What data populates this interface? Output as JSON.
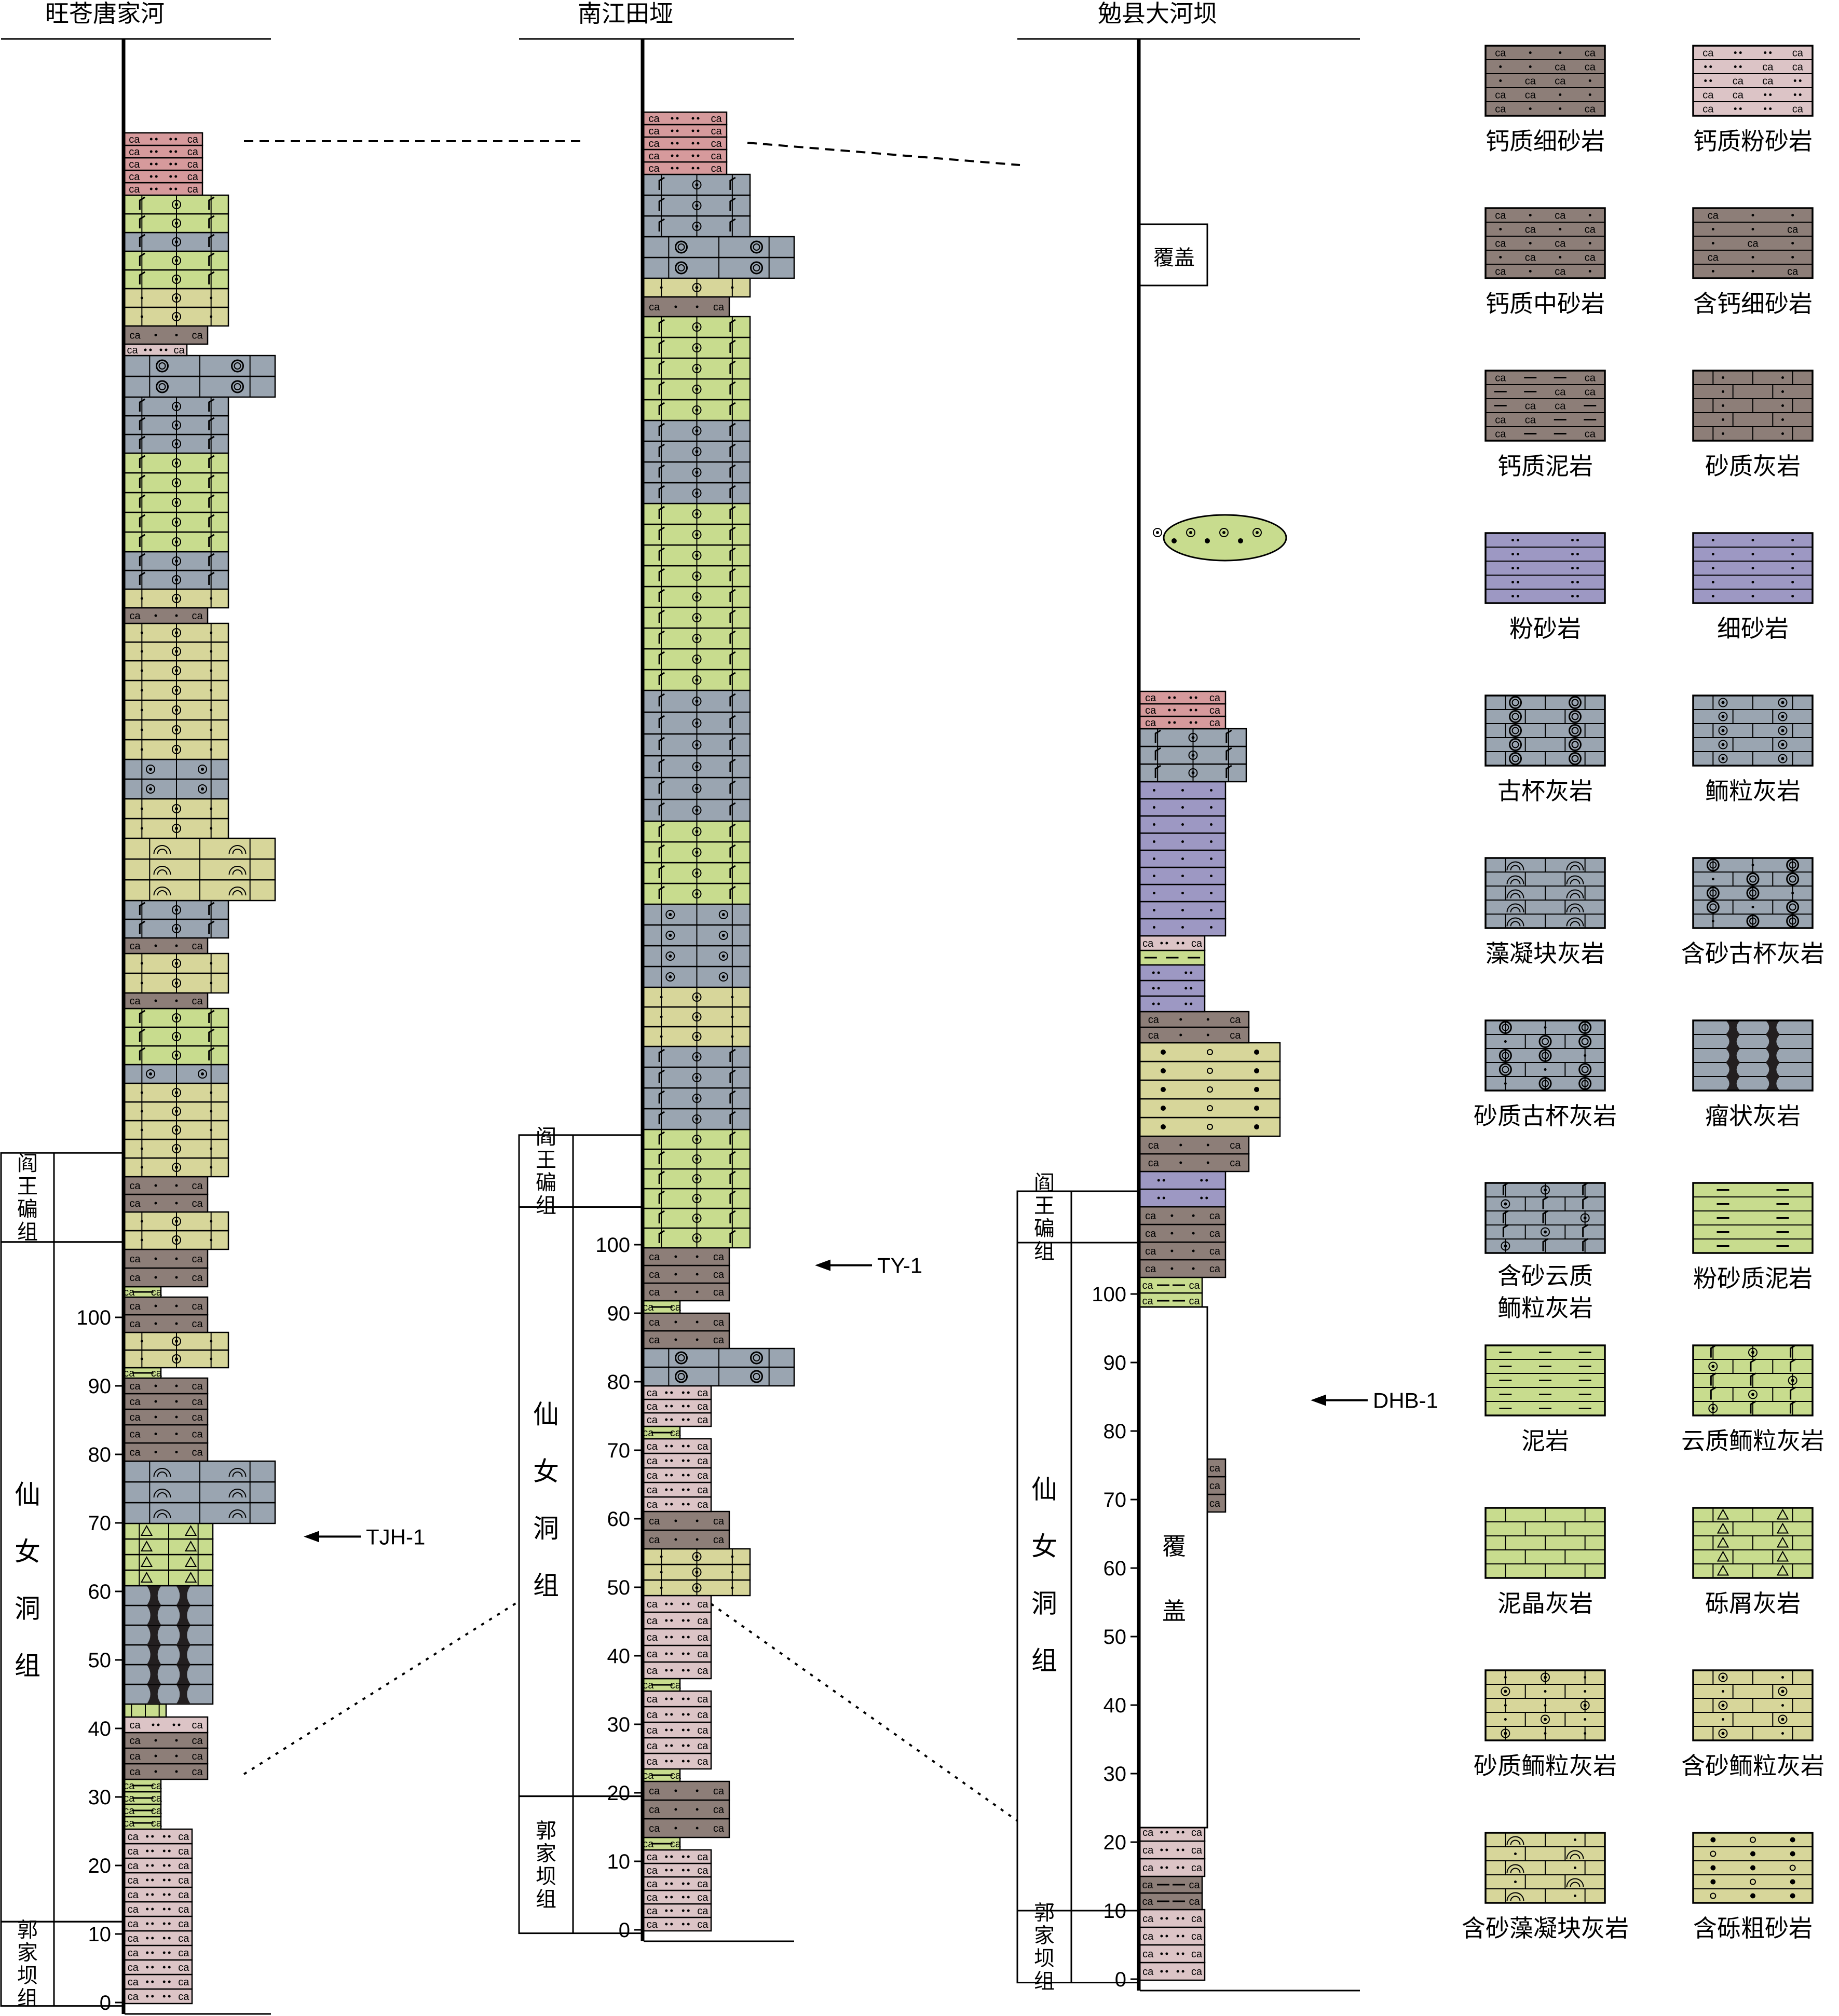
{
  "colors": {
    "pink": "#d69a9c",
    "gray": "#9aa5b1",
    "green": "#c8dc8e",
    "olive": "#d7d69a",
    "brown": "#8d7e78",
    "lavender": "#9d98c3",
    "lightpink": "#dcc4c6",
    "black": "#231f20",
    "white": "#ffffff"
  },
  "sections": [
    {
      "title": "旺苍唐家河",
      "formations": [
        {
          "name": "阎王碥组",
          "from": 111,
          "to": 124
        },
        {
          "name": "仙女洞组",
          "from": 11.8,
          "to": 111
        },
        {
          "name": "郭家坝组",
          "from": -0.5,
          "to": 11.8
        }
      ],
      "ticks": [
        0,
        10,
        20,
        30,
        40,
        50,
        60,
        70,
        80,
        90,
        100
      ],
      "sample": {
        "label": "TJH-1",
        "depth": 68
      }
    },
    {
      "title": "南江田垭",
      "formations": [
        {
          "name": "阎王碥组",
          "from": 105.5,
          "to": 116
        },
        {
          "name": "仙女洞组",
          "from": 19.5,
          "to": 105.5
        },
        {
          "name": "郭家坝组",
          "from": -0.5,
          "to": 19.5
        }
      ],
      "ticks": [
        0,
        10,
        20,
        30,
        40,
        50,
        60,
        70,
        80,
        90,
        100
      ],
      "sample": {
        "label": "TY-1",
        "depth": 97
      }
    },
    {
      "title": "勉县大河坝",
      "formations": [
        {
          "name": "阎王碥组",
          "from": 107.5,
          "to": 115
        },
        {
          "name": "仙女洞组",
          "from": 10,
          "to": 107.5
        },
        {
          "name": "郭家坝组",
          "from": -0.5,
          "to": 10
        }
      ],
      "ticks": [
        0,
        10,
        20,
        30,
        40,
        50,
        60,
        70,
        80,
        90,
        100
      ],
      "sample": {
        "label": "DHB-1",
        "depth": 84.5
      },
      "cover_labels": [
        "覆盖",
        "覆",
        "盖"
      ]
    }
  ],
  "legend": [
    {
      "label": "钙质细砂岩",
      "pattern": "cafs",
      "color": "brown"
    },
    {
      "label": "钙质粉砂岩",
      "pattern": "cass",
      "color": "lightpink"
    },
    {
      "label": "钙质中砂岩",
      "pattern": "cams",
      "color": "brown"
    },
    {
      "label": "含钙细砂岩",
      "pattern": "cafs2",
      "color": "brown"
    },
    {
      "label": "钙质泥岩",
      "pattern": "camud",
      "color": "brown"
    },
    {
      "label": "砂质灰岩",
      "pattern": "sandlime",
      "color": "brown"
    },
    {
      "label": "粉砂岩",
      "pattern": "silt",
      "color": "lavender"
    },
    {
      "label": "细砂岩",
      "pattern": "fine",
      "color": "lavender"
    },
    {
      "label": "古杯灰岩",
      "pattern": "archaeo",
      "color": "gray"
    },
    {
      "label": "鲕粒灰岩",
      "pattern": "oolite",
      "color": "gray"
    },
    {
      "label": "藻凝块灰岩",
      "pattern": "algal",
      "color": "gray"
    },
    {
      "label": "含砂古杯灰岩",
      "pattern": "sarchaeo",
      "color": "gray"
    },
    {
      "label": "砂质古杯灰岩",
      "pattern": "sarchaeo2",
      "color": "gray"
    },
    {
      "label": "瘤状灰岩",
      "pattern": "nodular",
      "color": "gray"
    },
    {
      "label": "含砂云质",
      "label2": "鲕粒灰岩",
      "pattern": "dolooolite",
      "color": "gray"
    },
    {
      "label": "粉砂质泥岩",
      "pattern": "siltmud",
      "color": "green"
    },
    {
      "label": "泥岩",
      "pattern": "mud",
      "color": "green"
    },
    {
      "label": "云质鲕粒灰岩",
      "pattern": "dolo",
      "color": "green"
    },
    {
      "label": "泥晶灰岩",
      "pattern": "micrite",
      "color": "green"
    },
    {
      "label": "砾屑灰岩",
      "pattern": "gravel",
      "color": "green"
    },
    {
      "label": "砂质鲕粒灰岩",
      "pattern": "soolite",
      "color": "olive"
    },
    {
      "label": "含砂鲕粒灰岩",
      "pattern": "soolite2",
      "color": "olive"
    },
    {
      "label": "含砂藻凝块灰岩",
      "pattern": "salgal",
      "color": "olive"
    },
    {
      "label": "含砾粗砂岩",
      "pattern": "pebbly",
      "color": "olive"
    }
  ]
}
